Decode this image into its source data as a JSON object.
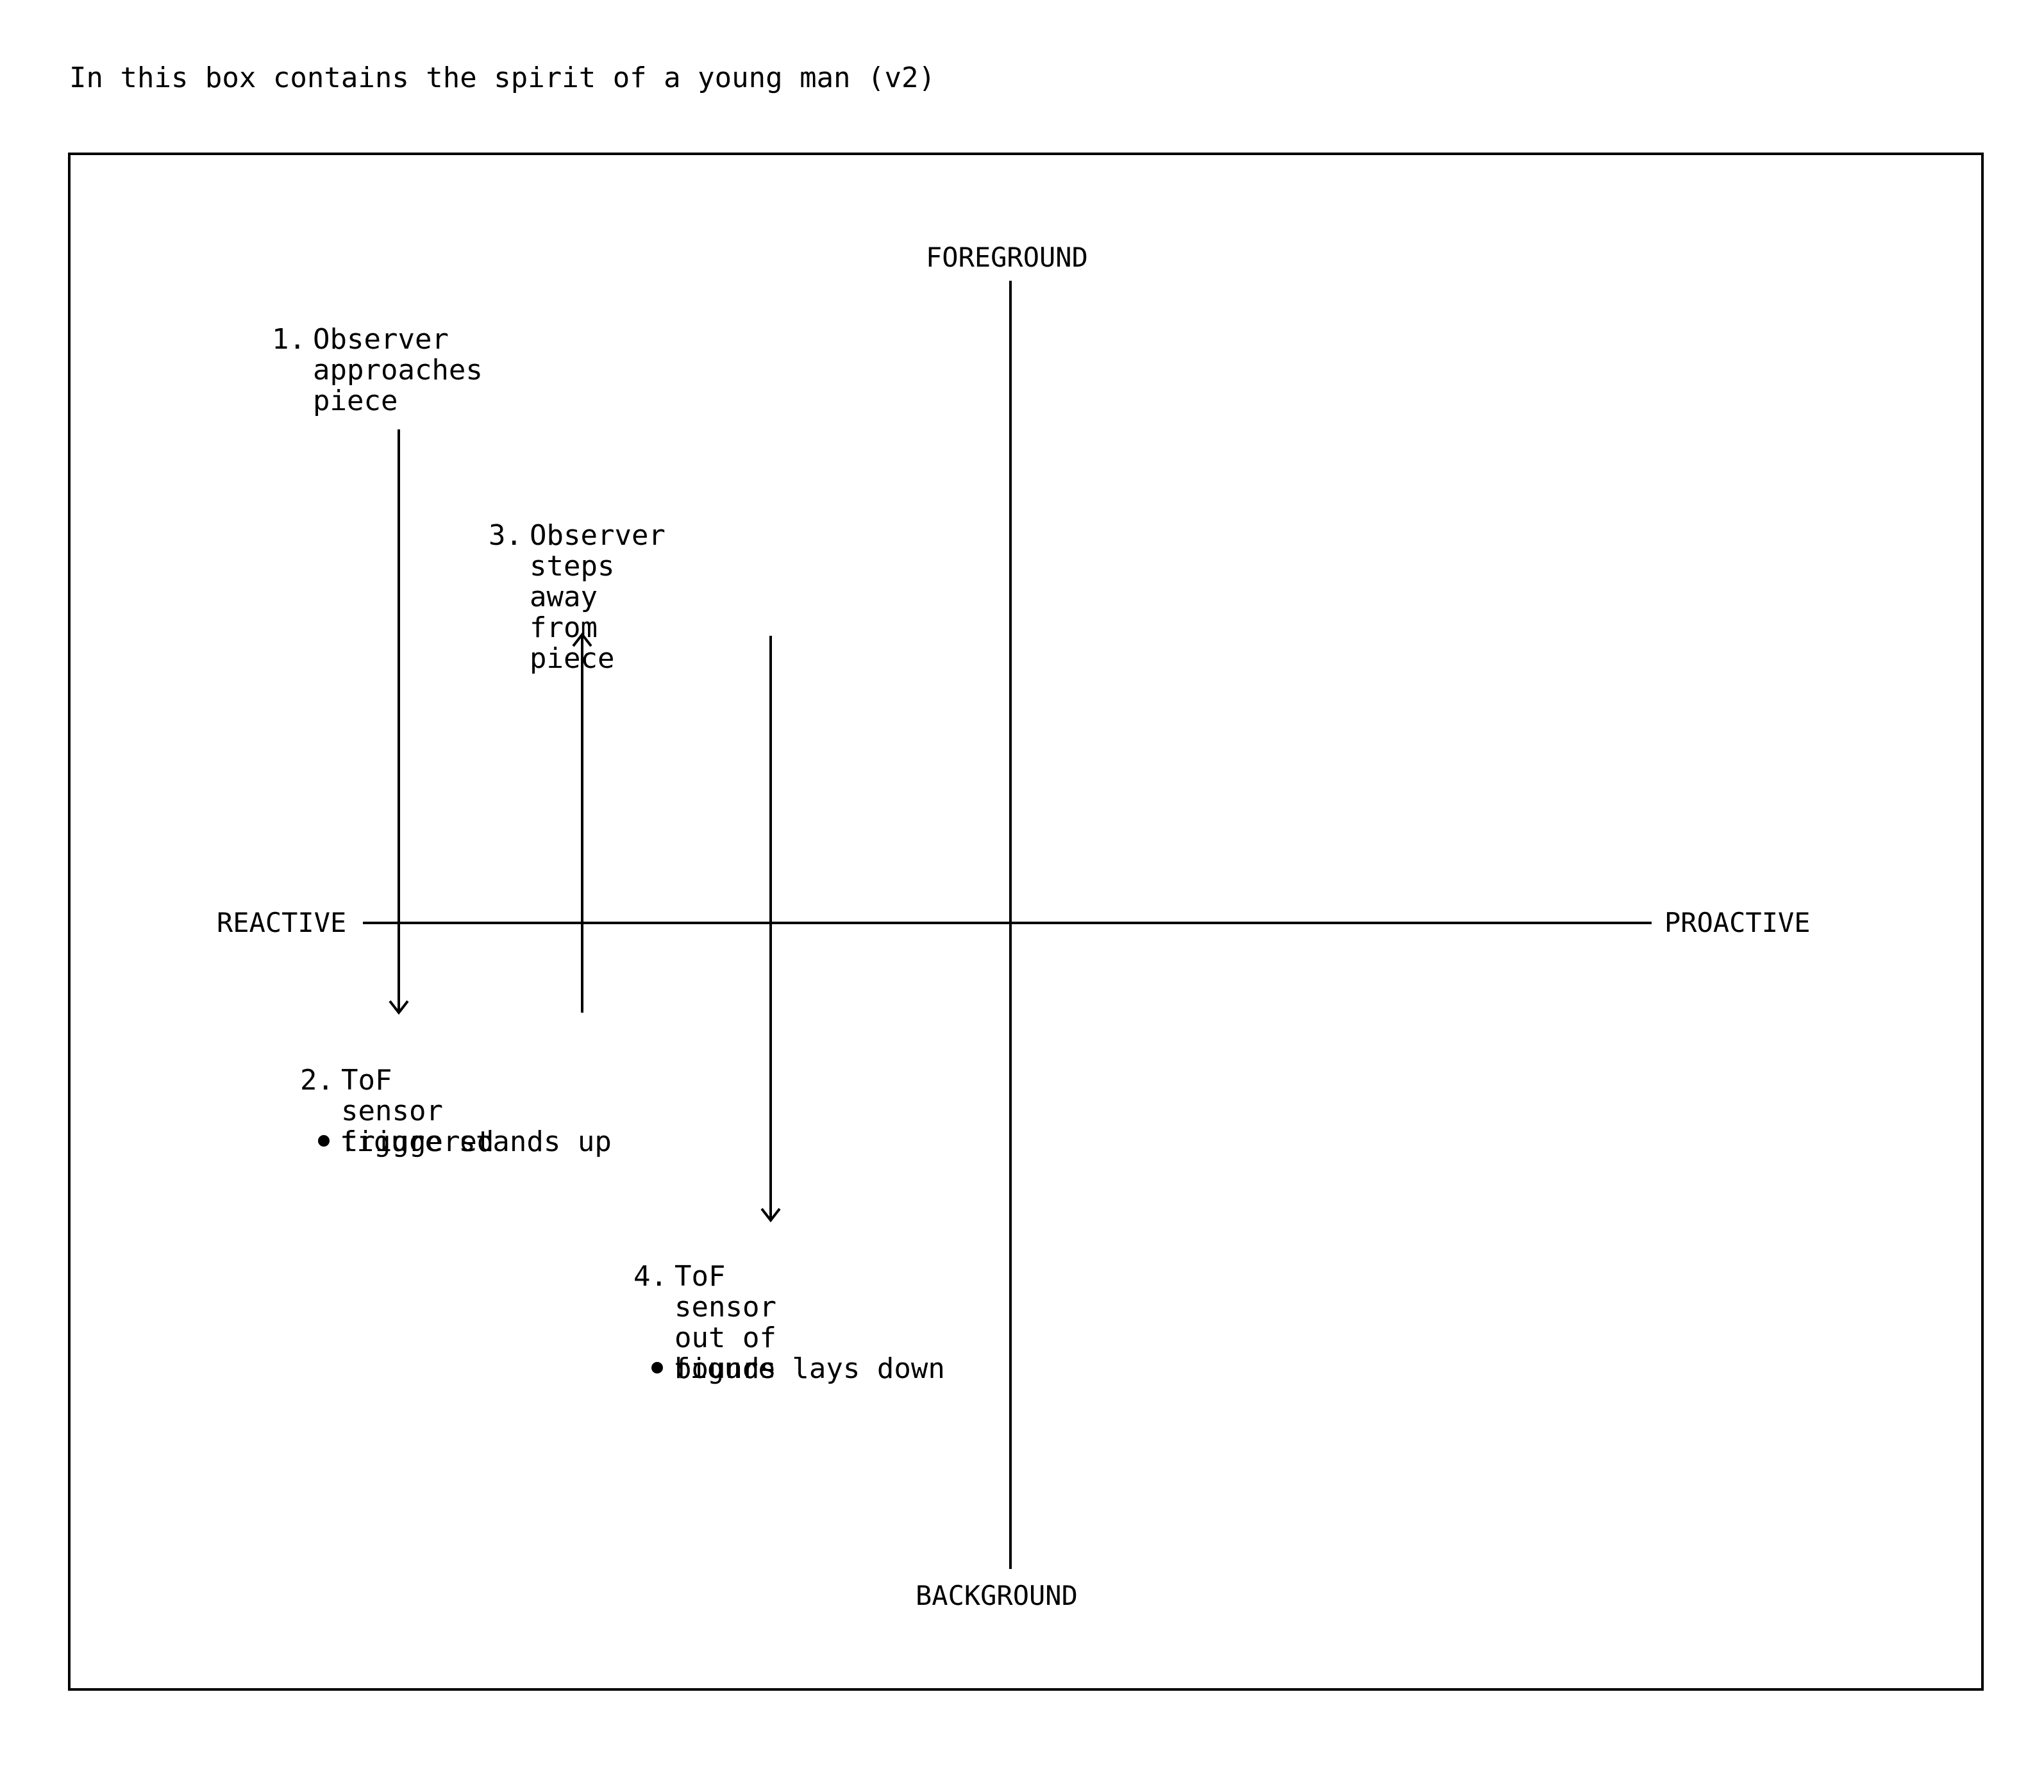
{
  "title": "In this box contains the spirit of a young man (v2)",
  "axes": {
    "top": "FOREGROUND",
    "bottom": "BACKGROUND",
    "left": "REACTIVE",
    "right": "PROACTIVE"
  },
  "steps": [
    {
      "number": "1.",
      "text": "Observer approaches\npiece",
      "bullet": ""
    },
    {
      "number": "2.",
      "text": "ToF sensor triggered",
      "bullet": "figure stands up"
    },
    {
      "number": "3.",
      "text": "Observer steps away\nfrom piece",
      "bullet": ""
    },
    {
      "number": "4.",
      "text": "ToF sensor out of\nbounds",
      "bullet": "figure lays down"
    }
  ],
  "colors": {
    "ink": "#000000",
    "background": "#ffffff"
  }
}
